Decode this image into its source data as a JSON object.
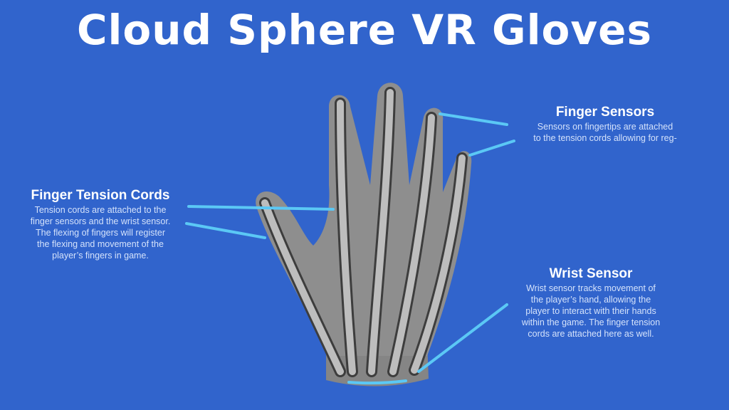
{
  "title": "Cloud Sphere VR Gloves",
  "colors": {
    "background": "#3164CC",
    "callout_line": "#5BC8F5",
    "glove": "#8C8C8C"
  },
  "callouts": {
    "finger_sensors": {
      "heading": "Finger Sensors",
      "lines": [
        "Sensors on fingertips are attached",
        "to the tension cords allowing for reg-"
      ]
    },
    "tension_cords": {
      "heading": "Finger Tension Cords",
      "lines": [
        "Tension cords are attached to the",
        "finger sensors and the wrist sensor.",
        "The flexing of fingers will register",
        "the flexing and movement of the",
        "player’s fingers in game."
      ]
    },
    "wrist_sensor": {
      "heading": "Wrist Sensor",
      "lines": [
        "Wrist sensor tracks movement of",
        "the player’s hand, allowing the",
        "player to interact with their hands",
        "within the game. The finger tension",
        "cords are attached here as well."
      ]
    }
  }
}
